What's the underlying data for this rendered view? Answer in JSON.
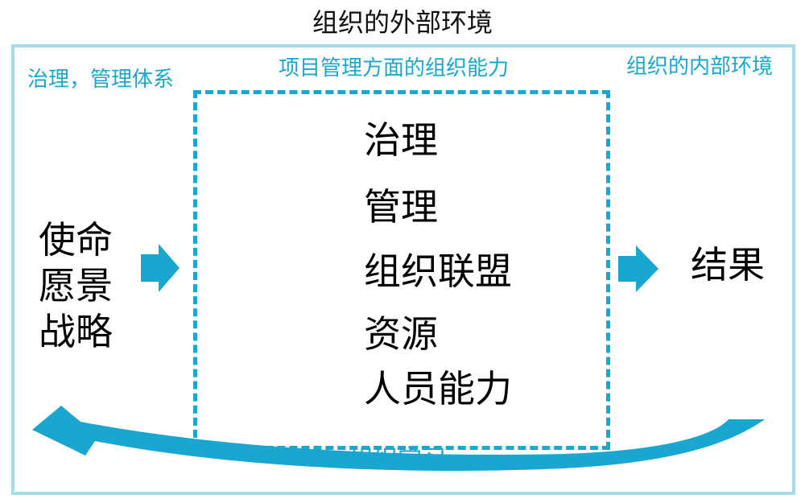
{
  "outer_title": "组织的外部环境",
  "labels": {
    "governance_system": "治理，管理体系",
    "org_capability": "项目管理方面的组织能力",
    "internal_environment": "组织的内部环境",
    "org_learning": "组织学习"
  },
  "inputs": [
    "使命",
    "愿景",
    "战略"
  ],
  "capabilities": [
    "治理",
    "管理",
    "组织联盟",
    "资源",
    "人员能力"
  ],
  "output": "结果",
  "colors": {
    "accent": "#1aa7cf",
    "outer_border": "#a6dbe8",
    "text": "#000000"
  },
  "icons": {
    "input_arrow": "right-arrow-icon",
    "output_arrow": "right-arrow-icon",
    "feedback_arrow": "curved-left-arrow-icon"
  }
}
